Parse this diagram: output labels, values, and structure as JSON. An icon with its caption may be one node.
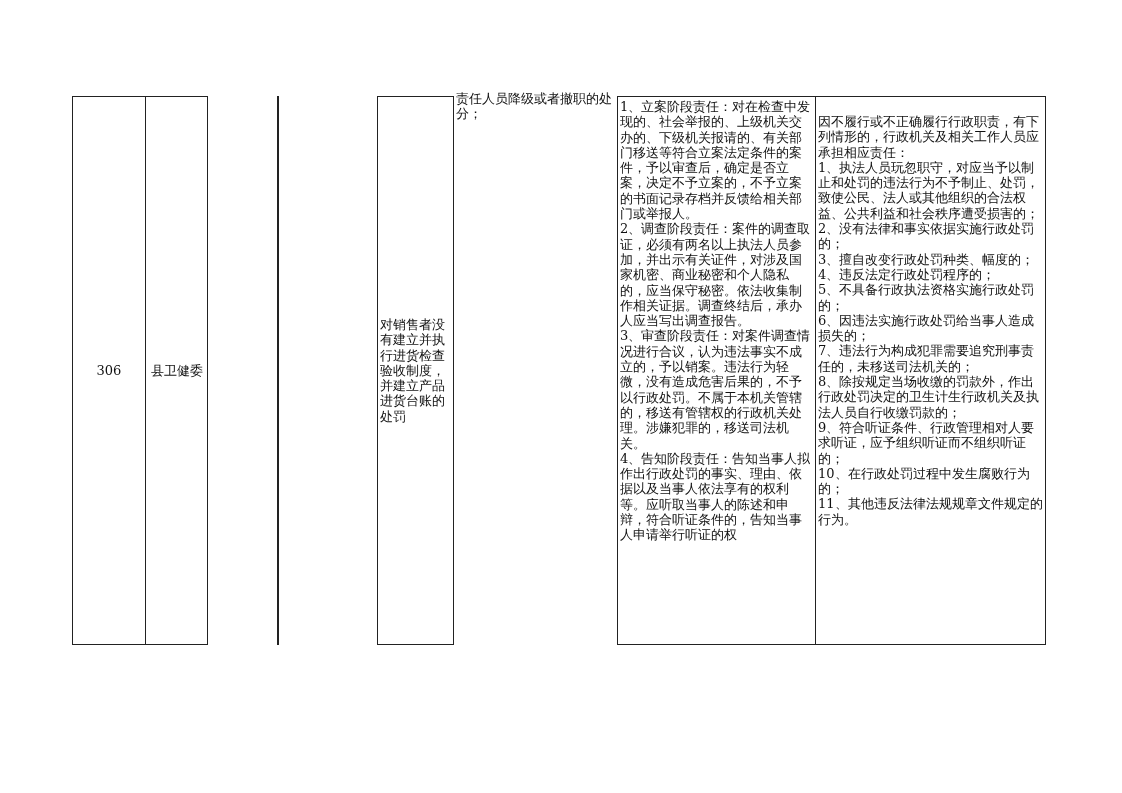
{
  "diagram": {
    "labels": [
      "306",
      "县卫健委",
      "对销售者没有建立并执行进货检查验收制度，并建立产品进货台账的处罚",
      "责任人员降级或者撤职的处分；",
      "1、立案阶段责任：对在检查中发现的、社会举报的、上级机关交办的、下级机关报请的、有关部门移送等符合立案法定条件的案件，予以审查后，确定是否立案，决定不予立案的，不予立案的书面记录存档并反馈给相关部门或举报人。",
      "2、调查阶段责任：案件的调查取证，必须有两名以上执法人员参加，并出示有关证件，对涉及国家机密、商业秘密和个人隐私的，应当保守秘密。依法收集制作相关证据。调查终结后，承办人应当写出调查报告。",
      "3、审查阶段责任：对案件调查情况进行合议，认为违法事实不成立的，予以销案。违法行为轻微，没有造成危害后果的，不予以行政处罚。不属于本机关管辖的，移送有管辖权的行政机关处理。涉嫌犯罪的，移送司法机关。",
      "4、告知阶段责任：告知当事人拟作出行政处罚的事实、理由、依据以及当事人依法享有的权利等。应听取当事人的陈述和申辩，符合听证条件的，告知当事人申请举行听证的权",
      "因不履行或不正确履行行政职责，有下列情形的，行政机关及相关工作人员应承担相应责任：",
      "1、执法人员玩忽职守，对应当予以制止和处罚的违法行为不予制止、处罚，致使公民、法人或其他组织的合法权益、公共利益和社会秩序遭受损害的；",
      "2、没有法律和事实依据实施行政处罚的；",
      "3、擅自改变行政处罚种类、幅度的；",
      "4、违反法定行政处罚程序的；",
      "5、不具备行政执法资格实施行政处罚的；",
      "6、因违法实施行政处罚给当事人造成损失的；",
      "7、违法行为构成犯罪需要追究刑事责任的，未移送司法机关的；",
      "8、除按规定当场收缴的罚款外，作出行政处罚决定的卫生计生行政机关及执法人员自行收缴罚款的；",
      "9、符合听证条件、行政管理相对人要求听证，应予组织听证而不组织听证的；",
      "10、在行政处罚过程中发生腐败行为的；",
      "11、其他违反法律法规规章文件规定的行为。"
    ]
  }
}
